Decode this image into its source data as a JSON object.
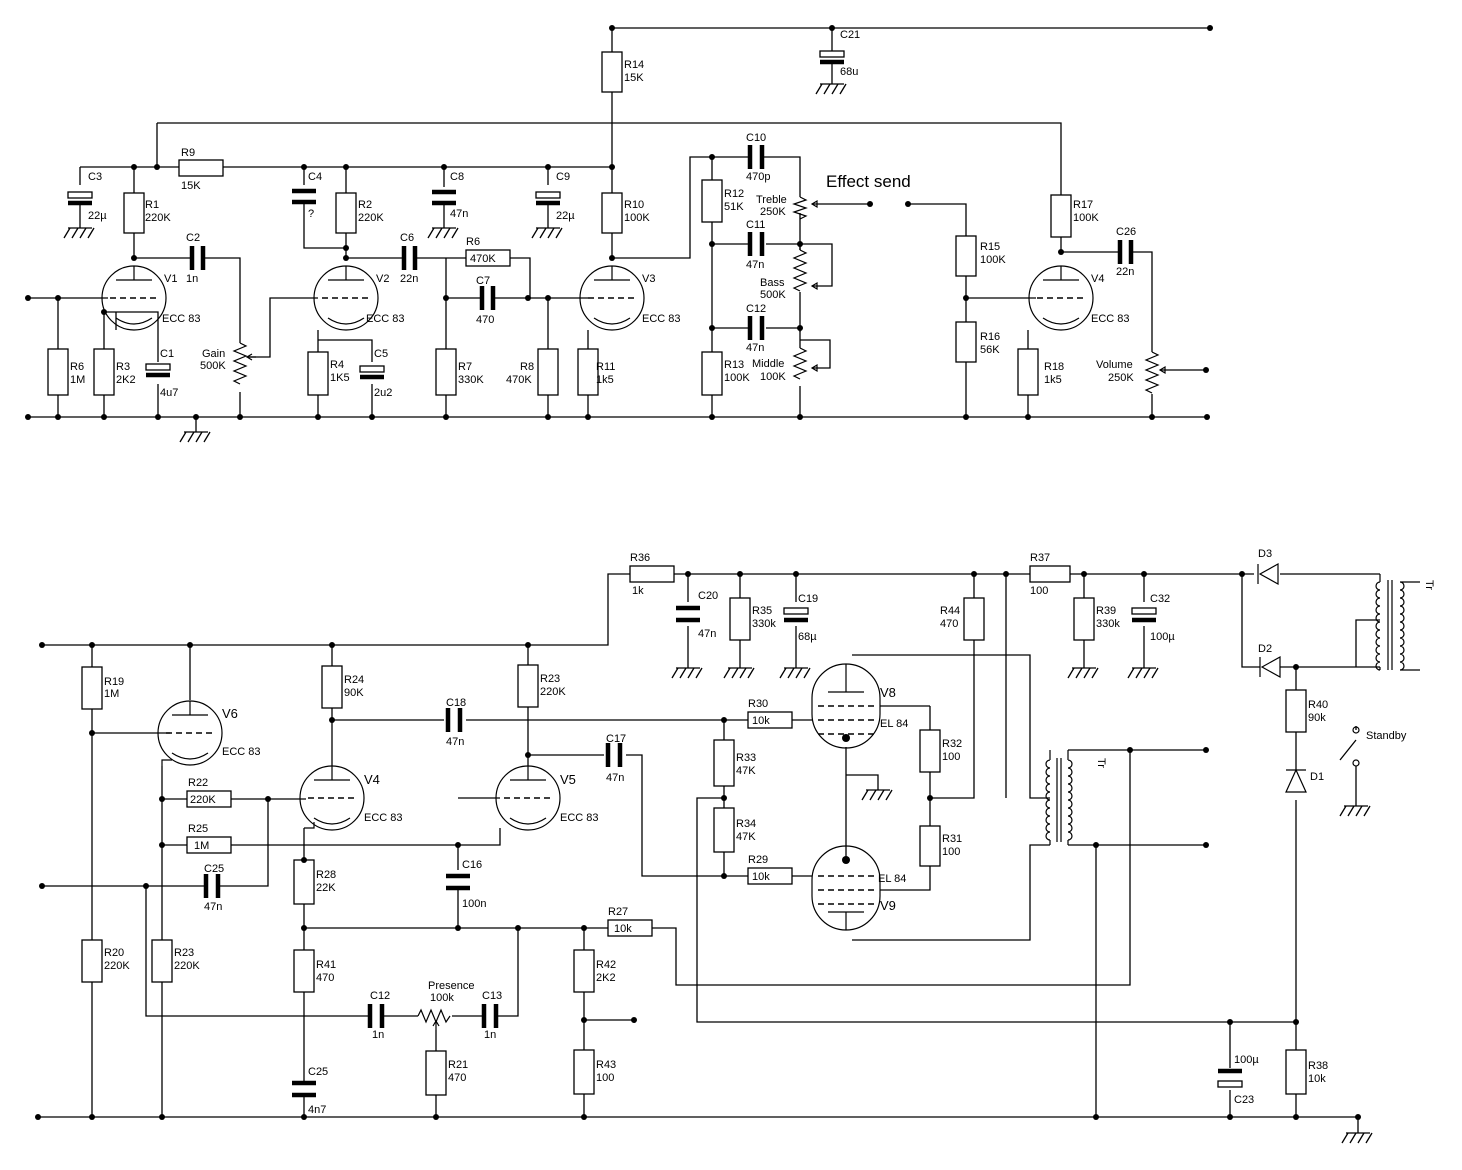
{
  "title": "Effect send",
  "components": [
    {
      "id": "r1",
      "ref": "R1",
      "value": "220K"
    },
    {
      "id": "r2",
      "ref": "R2",
      "value": "220K"
    },
    {
      "id": "r3",
      "ref": "R3",
      "value": "2K2"
    },
    {
      "id": "r4",
      "ref": "R4",
      "value": "1K5"
    },
    {
      "id": "r6",
      "ref": "R6",
      "value": "1M"
    },
    {
      "id": "r6b",
      "ref": "R6",
      "value": "470K"
    },
    {
      "id": "r7",
      "ref": "R7",
      "value": "330K"
    },
    {
      "id": "r8",
      "ref": "R8",
      "value": "470K"
    },
    {
      "id": "r9",
      "ref": "R9",
      "value": "15K"
    },
    {
      "id": "r10",
      "ref": "R10",
      "value": "100K"
    },
    {
      "id": "r11",
      "ref": "R11",
      "value": "1k5"
    },
    {
      "id": "r12",
      "ref": "R12",
      "value": "51K"
    },
    {
      "id": "r13",
      "ref": "R13",
      "value": "100K"
    },
    {
      "id": "r14",
      "ref": "R14",
      "value": "15K"
    },
    {
      "id": "r15",
      "ref": "R15",
      "value": "100K"
    },
    {
      "id": "r16",
      "ref": "R16",
      "value": "56K"
    },
    {
      "id": "r17",
      "ref": "R17",
      "value": "100K"
    },
    {
      "id": "r18",
      "ref": "R18",
      "value": "1k5"
    },
    {
      "id": "c1",
      "ref": "C1",
      "value": "4u7"
    },
    {
      "id": "c2",
      "ref": "C2",
      "value": "1n"
    },
    {
      "id": "c3",
      "ref": "C3",
      "value": "22µ"
    },
    {
      "id": "c4",
      "ref": "C4",
      "value": "?"
    },
    {
      "id": "c5",
      "ref": "C5",
      "value": "2u2"
    },
    {
      "id": "c6",
      "ref": "C6",
      "value": "22n"
    },
    {
      "id": "c7",
      "ref": "C7",
      "value": "470"
    },
    {
      "id": "c8",
      "ref": "C8",
      "value": "47n"
    },
    {
      "id": "c9",
      "ref": "C9",
      "value": "22µ"
    },
    {
      "id": "c10",
      "ref": "C10",
      "value": "470p"
    },
    {
      "id": "c11",
      "ref": "C11",
      "value": "47n"
    },
    {
      "id": "c12",
      "ref": "C12",
      "value": "47n"
    },
    {
      "id": "c21",
      "ref": "C21",
      "value": "68u"
    },
    {
      "id": "c26",
      "ref": "C26",
      "value": "22n"
    },
    {
      "id": "p_gain",
      "ref": "Gain",
      "value": "500K"
    },
    {
      "id": "p_treble",
      "ref": "Treble",
      "value": "250K"
    },
    {
      "id": "p_bass",
      "ref": "Bass",
      "value": "500K"
    },
    {
      "id": "p_middle",
      "ref": "Middle",
      "value": "100K"
    },
    {
      "id": "p_volume",
      "ref": "Volume",
      "value": "250K"
    },
    {
      "id": "v1",
      "ref": "V1",
      "value": "ECC 83"
    },
    {
      "id": "v2",
      "ref": "V2",
      "value": "ECC 83"
    },
    {
      "id": "v3",
      "ref": "V3",
      "value": "ECC 83"
    },
    {
      "id": "v4a",
      "ref": "V4",
      "value": "ECC 83"
    },
    {
      "id": "r19",
      "ref": "R19",
      "value": "1M"
    },
    {
      "id": "r20",
      "ref": "R20",
      "value": "220K"
    },
    {
      "id": "r21",
      "ref": "R21",
      "value": "470"
    },
    {
      "id": "r22",
      "ref": "R22",
      "value": "220K"
    },
    {
      "id": "r23a",
      "ref": "R23",
      "value": "220K"
    },
    {
      "id": "r23b",
      "ref": "R23",
      "value": "220K"
    },
    {
      "id": "r24",
      "ref": "R24",
      "value": "90K"
    },
    {
      "id": "r25",
      "ref": "R25",
      "value": "1M"
    },
    {
      "id": "r27",
      "ref": "R27",
      "value": "10k"
    },
    {
      "id": "r28",
      "ref": "R28",
      "value": "22K"
    },
    {
      "id": "r29",
      "ref": "R29",
      "value": "10k"
    },
    {
      "id": "r30",
      "ref": "R30",
      "value": "10k"
    },
    {
      "id": "r31",
      "ref": "R31",
      "value": "100"
    },
    {
      "id": "r32",
      "ref": "R32",
      "value": "100"
    },
    {
      "id": "r33",
      "ref": "R33",
      "value": "47K"
    },
    {
      "id": "r34",
      "ref": "R34",
      "value": "47K"
    },
    {
      "id": "r35",
      "ref": "R35",
      "value": "330k"
    },
    {
      "id": "r36",
      "ref": "R36",
      "value": "1k"
    },
    {
      "id": "r37",
      "ref": "R37",
      "value": "100"
    },
    {
      "id": "r38",
      "ref": "R38",
      "value": "10k"
    },
    {
      "id": "r39",
      "ref": "R39",
      "value": "330k"
    },
    {
      "id": "r40",
      "ref": "R40",
      "value": "90k"
    },
    {
      "id": "r41",
      "ref": "R41",
      "value": "470"
    },
    {
      "id": "r42",
      "ref": "R42",
      "value": "2K2"
    },
    {
      "id": "r43",
      "ref": "R43",
      "value": "100"
    },
    {
      "id": "r44",
      "ref": "R44",
      "value": "470"
    },
    {
      "id": "c12b",
      "ref": "C12",
      "value": "1n"
    },
    {
      "id": "c13",
      "ref": "C13",
      "value": "1n"
    },
    {
      "id": "c16",
      "ref": "C16",
      "value": "100n"
    },
    {
      "id": "c17",
      "ref": "C17",
      "value": "47n"
    },
    {
      "id": "c18",
      "ref": "C18",
      "value": "47n"
    },
    {
      "id": "c19",
      "ref": "C19",
      "value": "68µ"
    },
    {
      "id": "c20",
      "ref": "C20",
      "value": "47n"
    },
    {
      "id": "c23",
      "ref": "C23",
      "value": "100µ"
    },
    {
      "id": "c25a",
      "ref": "C25",
      "value": "47n"
    },
    {
      "id": "c25b",
      "ref": "C25",
      "value": "4n7"
    },
    {
      "id": "c32",
      "ref": "C32",
      "value": "100µ"
    },
    {
      "id": "p_presence",
      "ref": "Presence",
      "value": "100k"
    },
    {
      "id": "v6",
      "ref": "V6",
      "value": "ECC 83"
    },
    {
      "id": "v4b",
      "ref": "V4",
      "value": "ECC 83"
    },
    {
      "id": "v5",
      "ref": "V5",
      "value": "ECC 83"
    },
    {
      "id": "v8",
      "ref": "V8",
      "value": "EL 84"
    },
    {
      "id": "v9",
      "ref": "V9",
      "value": "EL 84"
    }
  ],
  "labels": {
    "d1": "D1",
    "d2": "D2",
    "d3": "D3",
    "tr1": "Tr",
    "tr2": "Tr",
    "standby": "Standby"
  }
}
